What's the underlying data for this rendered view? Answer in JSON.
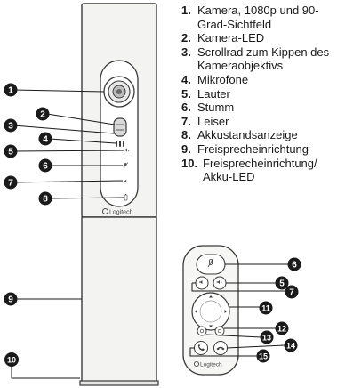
{
  "legend": [
    {
      "num": "1.",
      "text": "Kamera, 1080p und 90-Grad-Sichtfeld"
    },
    {
      "num": "2.",
      "text": "Kamera-LED"
    },
    {
      "num": "3.",
      "text": "Scrollrad zum Kippen des Kameraobjektivs"
    },
    {
      "num": "4.",
      "text": "Mikrofone"
    },
    {
      "num": "5.",
      "text": "Lauter"
    },
    {
      "num": "6.",
      "text": "Stumm"
    },
    {
      "num": "7.",
      "text": "Leiser"
    },
    {
      "num": "8.",
      "text": "Akkustandsanzeige"
    },
    {
      "num": "9.",
      "text": "Freisprecheinrichtung"
    },
    {
      "num": "10.",
      "text": "Freisprecheinrichtung/ Akku-LED"
    }
  ],
  "device_brand": "Logitech",
  "remote_brand": "Logitech",
  "device_callouts": [
    "1",
    "2",
    "3",
    "4",
    "5",
    "6",
    "7",
    "8",
    "9",
    "10"
  ],
  "remote_callouts": [
    "6",
    "5",
    "7",
    "11",
    "12",
    "13",
    "14",
    "15"
  ],
  "colors": {
    "body": "#f3f3f1",
    "outline": "#3a3a3a",
    "callout": "#1a1a1a"
  }
}
